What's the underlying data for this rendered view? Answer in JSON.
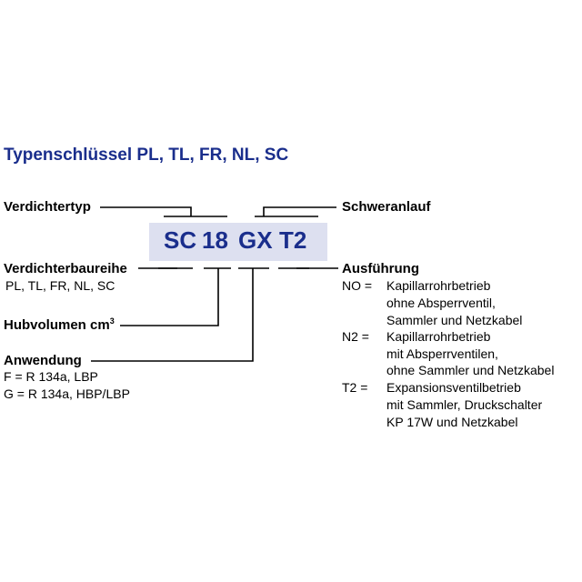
{
  "title": "Typenschlüssel  PL, TL, FR, NL, SC",
  "code": {
    "seg1": "SC",
    "seg2": "18",
    "seg3": "GX",
    "seg4": "T2"
  },
  "left": {
    "verdichtertyp": "Verdichtertyp",
    "baureihe_label": "Verdichterbaureihe",
    "baureihe_values": "PL, TL, FR, NL, SC",
    "hubvolumen": "Hubvolumen cm",
    "hubvolumen_sup": "3",
    "anwendung_label": "Anwendung",
    "anwendung_f": "F =  R 134a, LBP",
    "anwendung_g": "G =  R 134a, HBP/LBP"
  },
  "right": {
    "schweranlauf": "Schweranlauf",
    "ausfuehrung_label": "Ausführung",
    "options": [
      {
        "code": "NO =",
        "lines": [
          "Kapillarrohrbetrieb",
          "ohne Absperrventil,",
          "Sammler und Netzkabel"
        ]
      },
      {
        "code": "N2 =",
        "lines": [
          "Kapillarrohrbetrieb",
          "mit Absperrventilen,",
          "ohne Sammler und Netzkabel"
        ]
      },
      {
        "code": "T2 =",
        "lines": [
          "Expansionsventilbetrieb",
          "mit Sammler, Druckschalter",
          "KP 17W und Netzkabel"
        ]
      }
    ]
  },
  "colors": {
    "title": "#1a2e8c",
    "code_text": "#1a2e8c",
    "code_bg": "#dde0f0",
    "lines": "#000000"
  }
}
